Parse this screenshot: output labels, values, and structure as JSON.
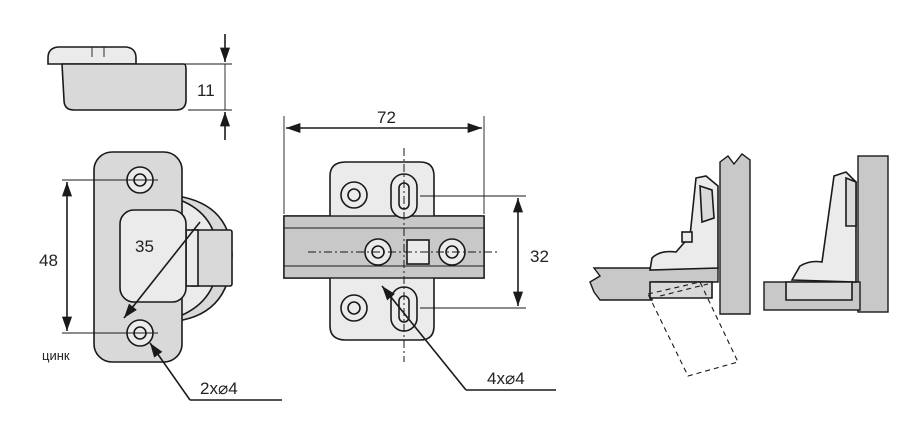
{
  "dimensions": {
    "plate_height": "11",
    "plate_length": "48",
    "hole_distance": "35",
    "hinge_width": "72",
    "hinge_height": "32",
    "plate_holes": "2x⌀4",
    "hinge_holes": "4x⌀4"
  },
  "labels": {
    "material": "цинк"
  },
  "colors": {
    "ink": "#1a1a1a",
    "metal": "#d9d9d9",
    "wood": "#c8c8c8"
  }
}
